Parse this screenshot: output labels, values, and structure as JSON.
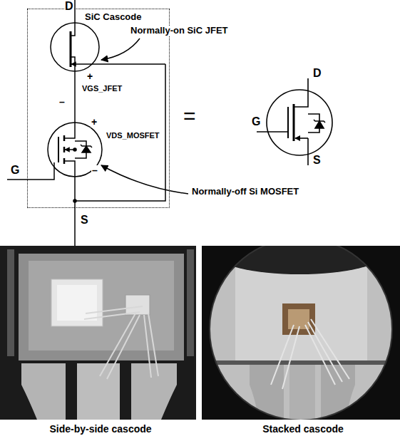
{
  "diagram": {
    "nodes": [
      {
        "text": [
          "SiC Cascode"
        ]
      },
      {
        "text": [
          "Side-by-side cascode"
        ]
      },
      {
        "text": [
          "Stacked cascode"
        ]
      }
    ],
    "labels": [
      "D",
      "Normally-on SiC JFET",
      "+",
      "VGS_JFET",
      "–",
      "+",
      "VDS_MOSFET",
      "–",
      "G",
      "Normally-off Si MOSFET",
      "S",
      "=",
      "D",
      "G",
      "S"
    ]
  }
}
